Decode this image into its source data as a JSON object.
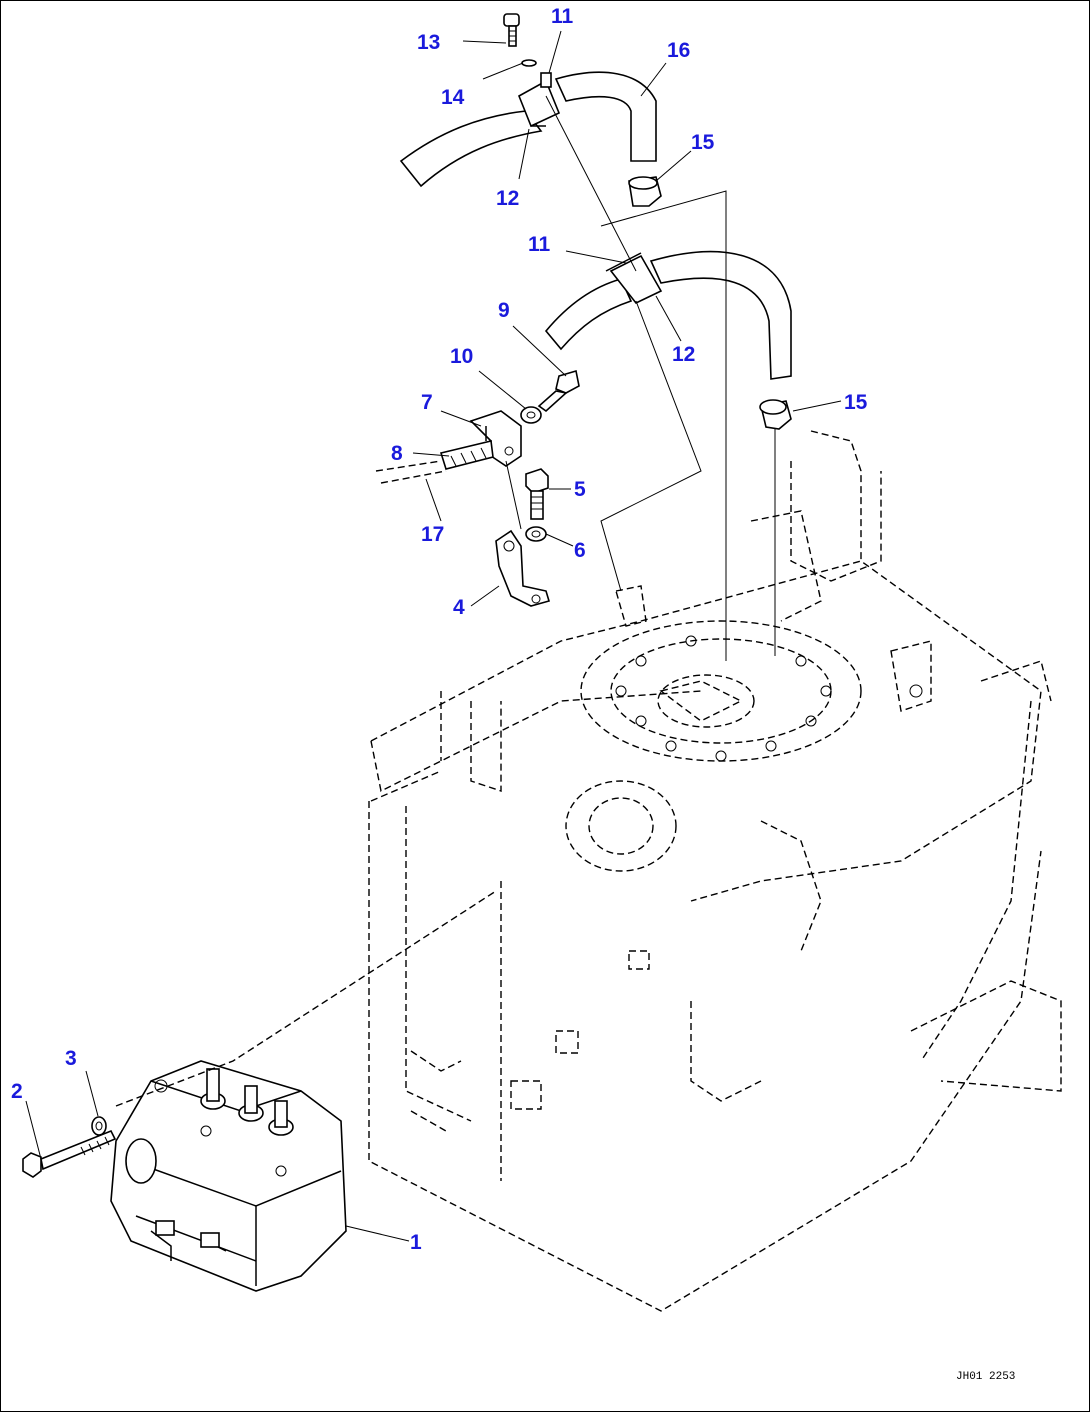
{
  "diagram": {
    "callout_color": "#1a1adc",
    "line_color": "#000000",
    "drawing_number": "JH01 2253",
    "callouts": [
      {
        "id": "c13a",
        "label": "13"
      },
      {
        "id": "c11a",
        "label": "11"
      },
      {
        "id": "c16",
        "label": "16"
      },
      {
        "id": "c14",
        "label": "14"
      },
      {
        "id": "c12a",
        "label": "12"
      },
      {
        "id": "c15a",
        "label": "15"
      },
      {
        "id": "c11b",
        "label": "11"
      },
      {
        "id": "c9",
        "label": "9"
      },
      {
        "id": "c12b",
        "label": "12"
      },
      {
        "id": "c10",
        "label": "10"
      },
      {
        "id": "c15b",
        "label": "15"
      },
      {
        "id": "c7",
        "label": "7"
      },
      {
        "id": "c8",
        "label": "8"
      },
      {
        "id": "c5",
        "label": "5"
      },
      {
        "id": "c17",
        "label": "17"
      },
      {
        "id": "c6",
        "label": "6"
      },
      {
        "id": "c4",
        "label": "4"
      },
      {
        "id": "c3",
        "label": "3"
      },
      {
        "id": "c2",
        "label": "2"
      },
      {
        "id": "c1",
        "label": "1"
      }
    ]
  }
}
